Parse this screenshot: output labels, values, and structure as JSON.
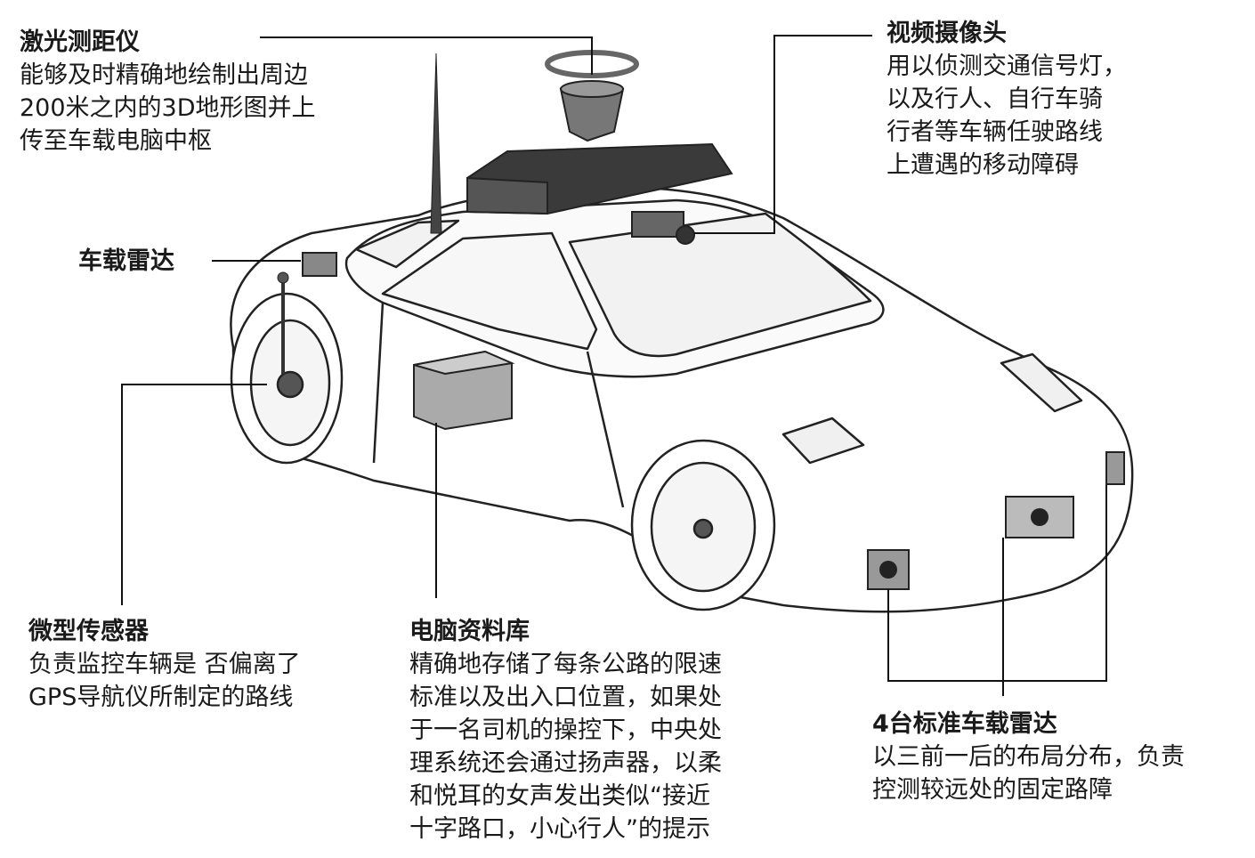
{
  "callouts": {
    "lidar": {
      "title": "激光测距仪",
      "lines": [
        "能够及时精确地绘制出周边",
        "200米之内的3D地形图并上",
        "传至车载电脑中枢"
      ]
    },
    "camera": {
      "title": "视频摄像头",
      "lines": [
        "用以侦测交通信号灯，",
        "以及行人、自行车骑",
        "行者等车辆任驶路线",
        "上遭遇的移动障碍"
      ]
    },
    "radar": {
      "title": "车载雷达"
    },
    "sensor": {
      "title": "微型传感器",
      "lines": [
        "负责监控车辆是 否偏离了",
        "GPS导航仪所制定的路线"
      ]
    },
    "database": {
      "title": "电脑资料库",
      "lines": [
        "精确地存储了每条公路的限速",
        "标准以及出入口位置，如果处",
        "于一名司机的操控下，中央处",
        "理系统还会通过扬声器，以柔",
        "和悦耳的女声发出类似“接近",
        "十字路口，小心行人”的提示"
      ]
    },
    "radar4": {
      "title": "4台标准车载雷达",
      "lines": [
        "以三前一后的布局分布，负责",
        "控测较远处的固定路障"
      ]
    }
  },
  "colors": {
    "line": "#111111",
    "car_fill": "#ffffff",
    "roofbox": "#3a3a3a",
    "text": "#1a1a1a"
  }
}
